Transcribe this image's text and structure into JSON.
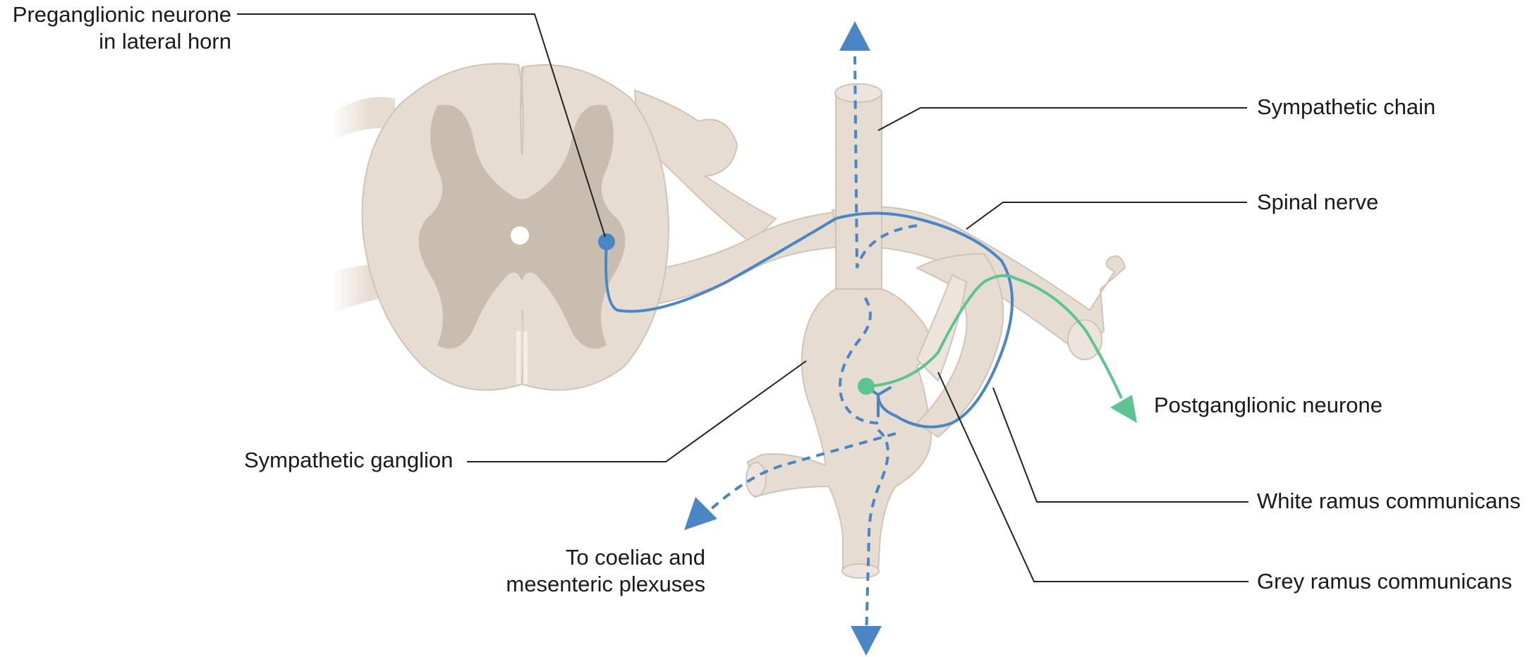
{
  "labels": {
    "preganglionic": [
      "Preganglionic neurone",
      "in lateral horn"
    ],
    "sympathetic_chain": "Sympathetic chain",
    "spinal_nerve": "Spinal nerve",
    "postganglionic": "Postganglionic neurone",
    "sympathetic_ganglion": "Sympathetic ganglion",
    "white_ramus": "White ramus communicans",
    "grey_ramus": "Grey ramus communicans",
    "coeliac": [
      "To coeliac and",
      "mesenteric plexuses"
    ]
  },
  "colors": {
    "tissue": "#e6dcd2",
    "tissue_edge": "#cfc4b8",
    "grey_matter": "#c9bdb0",
    "preganglionic_fiber": "#4a86c5",
    "postganglionic_fiber": "#5cc490",
    "leader_line": "#222222"
  }
}
